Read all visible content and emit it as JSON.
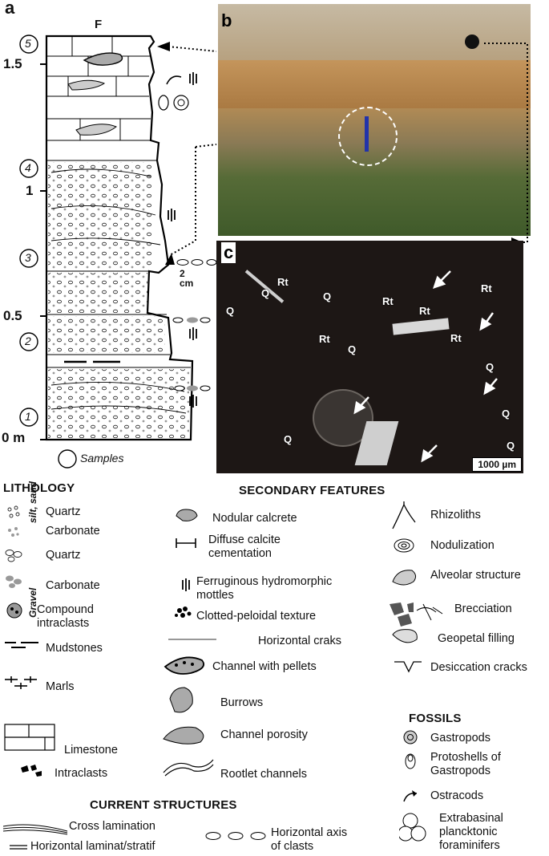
{
  "panels": {
    "a": "a",
    "b": "b",
    "c": "c"
  },
  "section": {
    "top_label": "F",
    "scale_labels": [
      "1.5",
      "1",
      "0.5",
      "0 m"
    ],
    "unit_numbers": [
      "5",
      "4",
      "3",
      "2",
      "1"
    ],
    "thickness_label": "2\ncm",
    "samples_label": "Samples"
  },
  "micrograph": {
    "labels": [
      "Rt",
      "Q",
      "Q",
      "Q",
      "Rt",
      "Rt",
      "Rt",
      "Q",
      "Rt",
      "Q",
      "Q",
      "Q",
      "Q",
      "Q",
      "Rt"
    ],
    "scale_bar": "1000 µm"
  },
  "legend": {
    "lithology": {
      "title": "LITHOLOGY",
      "group_silt_sand": "silt, sand",
      "group_gravel": "Gravel",
      "items": [
        "Quartz",
        "Carbonate",
        "Quartz",
        "Carbonate",
        "Compound\nintraclasts",
        "Mudstones",
        "Marls",
        "Limestone",
        "Intraclasts"
      ]
    },
    "secondary": {
      "title": "SECONDARY FEATURES",
      "col1": [
        "Nodular calcrete",
        "Diffuse calcite\ncementation",
        "Ferruginous hydromorphic\nmottles",
        "Clotted-peloidal texture",
        "Horizontal craks",
        "Channel with pellets",
        "Burrows",
        "Channel porosity",
        "Rootlet channels"
      ],
      "col2": [
        "Rhizoliths",
        "Nodulization",
        "Alveolar structure",
        "Brecciation",
        "Geopetal filling",
        "Desiccation cracks"
      ]
    },
    "fossils": {
      "title": "FOSSILS",
      "items": [
        "Gastropods",
        "Protoshells of\nGastropods",
        "Ostracods",
        "Extrabasinal\nplancktonic\nforaminifers"
      ]
    },
    "current": {
      "title": "CURRENT STRUCTURES",
      "items": [
        "Cross lamination",
        "Horizontal laminat/stratif",
        "Horizontal axis\nof clasts"
      ]
    }
  }
}
